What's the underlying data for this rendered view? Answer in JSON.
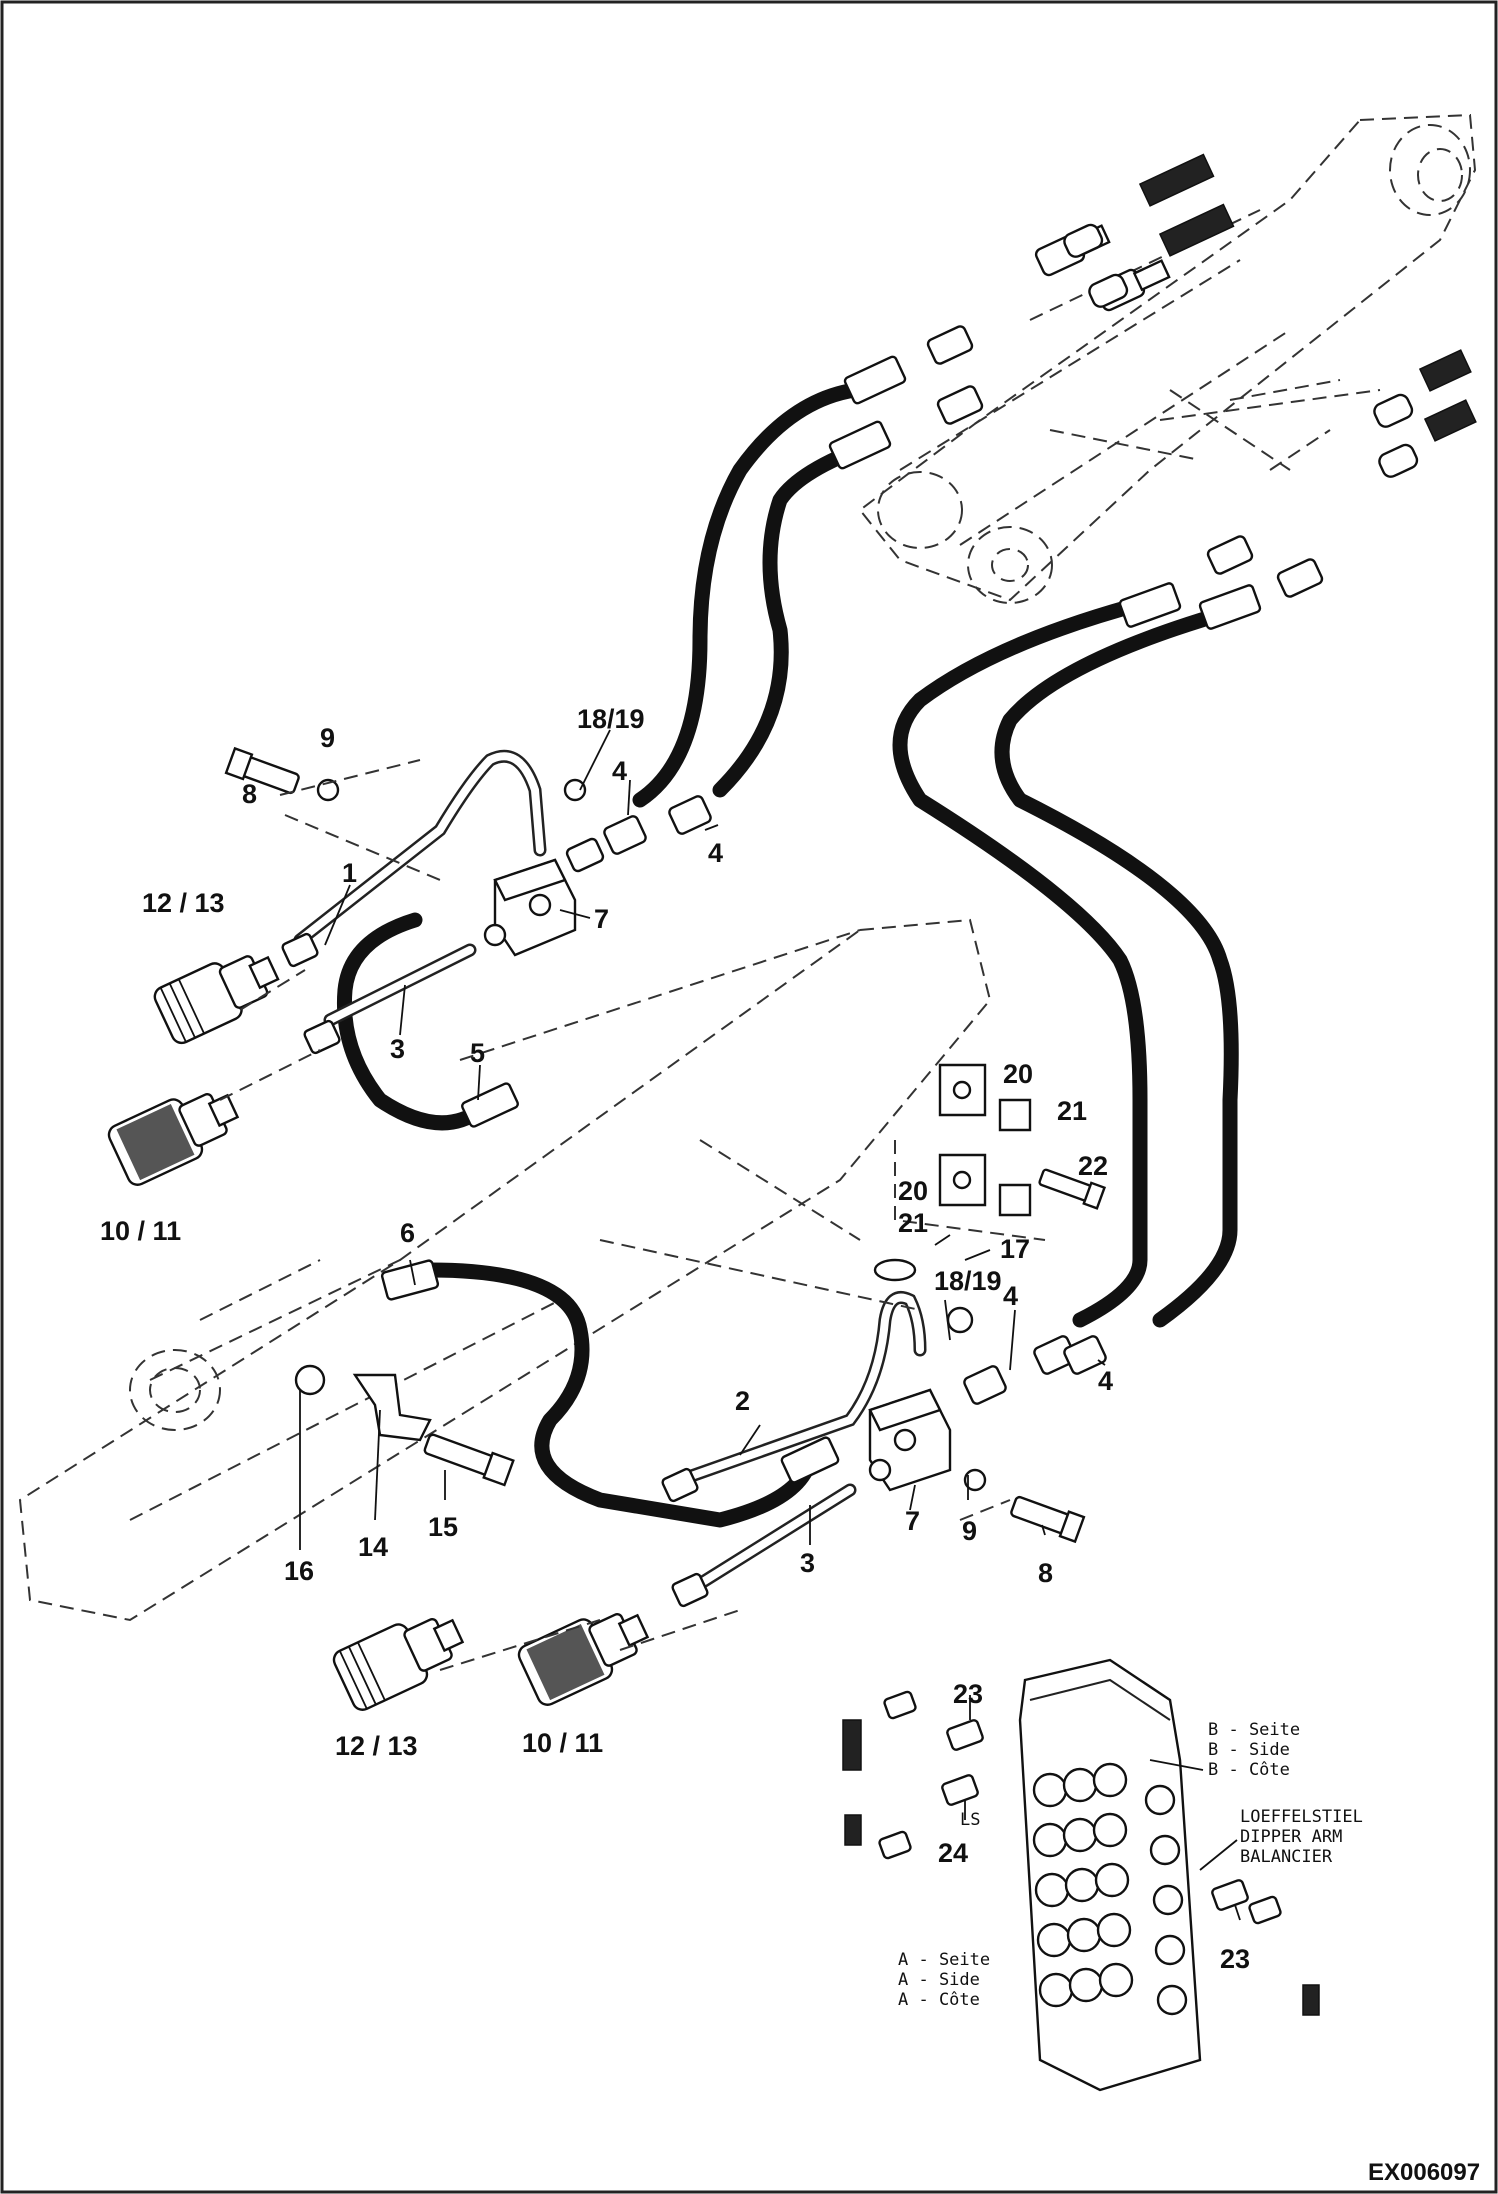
{
  "diagram": {
    "document_id": "EX006097",
    "part_labels": {
      "p1": "1",
      "p2": "2",
      "p3a": "3",
      "p3b": "3",
      "p4a": "4",
      "p4b": "4",
      "p4c": "4",
      "p4d": "4",
      "p5": "5",
      "p6": "6",
      "p7a": "7",
      "p7b": "7",
      "p8a": "8",
      "p8b": "8",
      "p9a": "9",
      "p9b": "9",
      "p10_11a": "10 / 11",
      "p10_11b": "10 / 11",
      "p12_13a": "12 / 13",
      "p12_13b": "12 / 13",
      "p14": "14",
      "p15": "15",
      "p16": "16",
      "p17": "17",
      "p18_19a": "18/19",
      "p18_19b": "18/19",
      "p20a": "20",
      "p20b": "20",
      "p21a": "21",
      "p21b": "21",
      "p22": "22",
      "p23a": "23",
      "p23b": "23",
      "p24": "24"
    },
    "valve_block_notes": {
      "b_de": "B - Seite",
      "b_en": "B - Side",
      "b_fr": "B - Côte",
      "arm_de": "LOEFFELSTIEL",
      "arm_en": "DIPPER ARM",
      "arm_fr": "BALANCIER",
      "a_de": "A - Seite",
      "a_en": "A - Side",
      "a_fr": "A - Côte",
      "ls": "LS"
    }
  }
}
